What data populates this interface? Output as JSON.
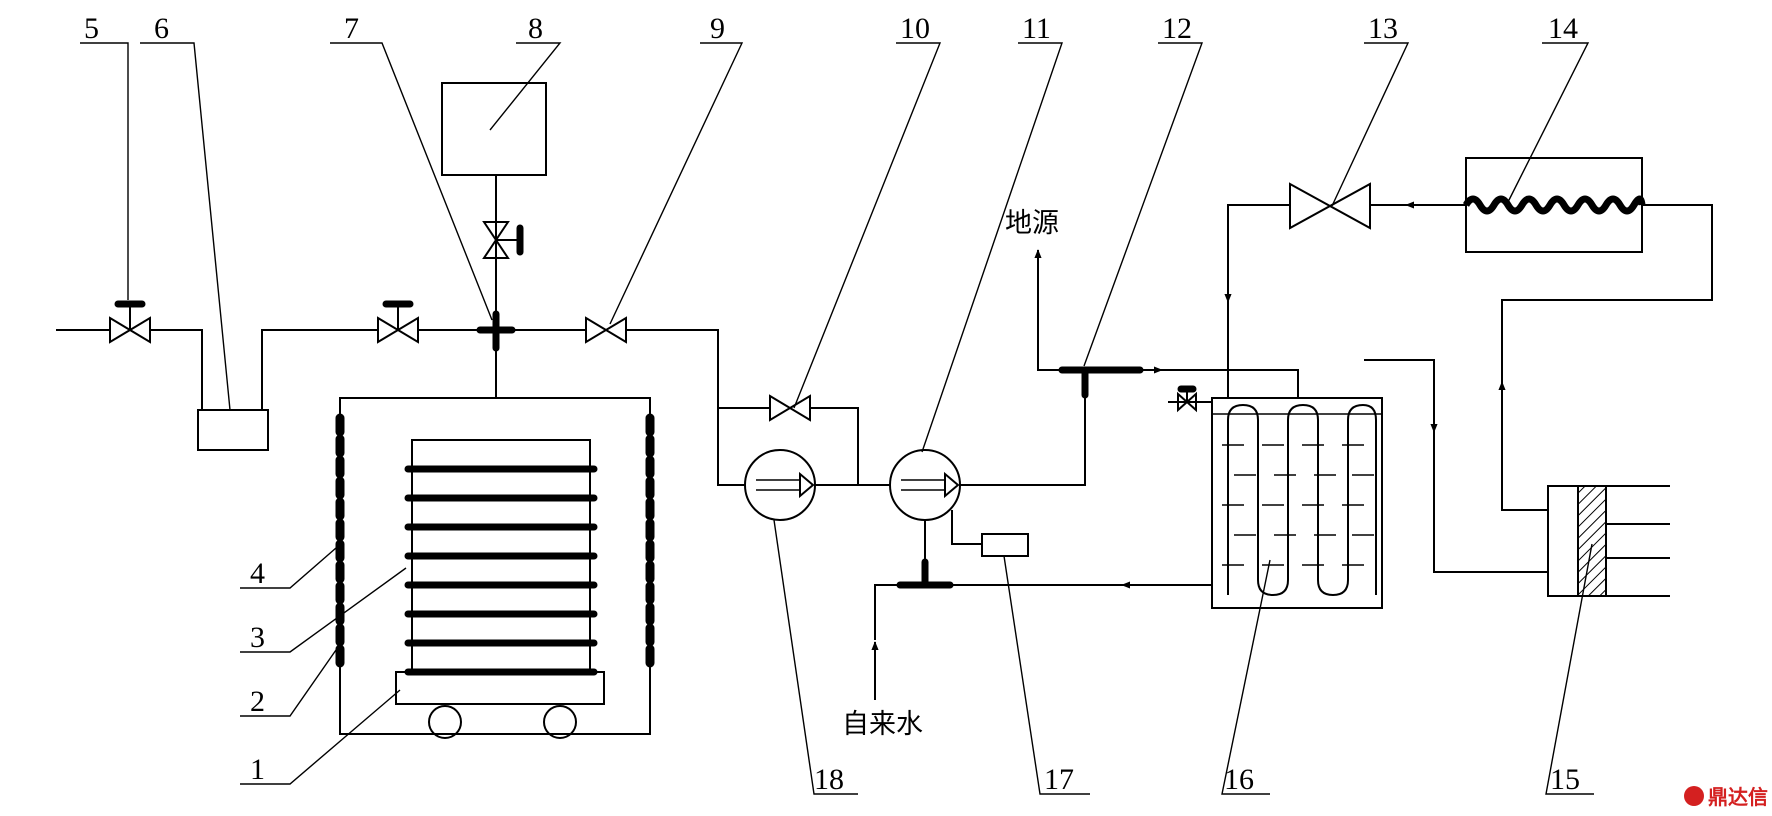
{
  "callouts": {
    "n1": "1",
    "n2": "2",
    "n3": "3",
    "n4": "4",
    "n5": "5",
    "n6": "6",
    "n7": "7",
    "n8": "8",
    "n9": "9",
    "n10": "10",
    "n11": "11",
    "n12": "12",
    "n13": "13",
    "n14": "14",
    "n15": "15",
    "n16": "16",
    "n17": "17",
    "n18": "18"
  },
  "labels": {
    "ground_source": "地源",
    "tap_water": "自来水"
  },
  "watermark": {
    "text": "鼎达信",
    "color": "#d42020"
  }
}
